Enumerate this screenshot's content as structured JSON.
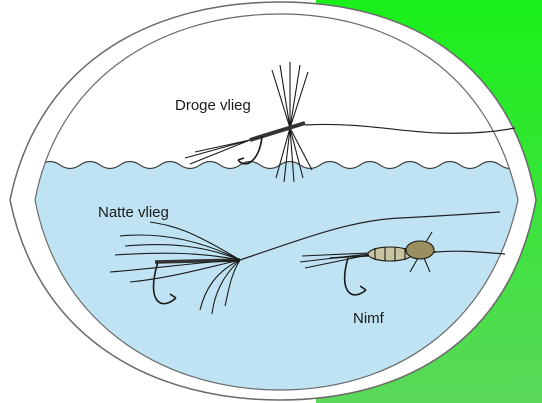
{
  "labels": {
    "dry_fly": "Droge vlieg",
    "wet_fly": "Natte vlieg",
    "nymph": "Nimf"
  },
  "colors": {
    "water": "#bfe3f3",
    "green_panel": "#2ee52e",
    "outline": "#555555",
    "ink": "#1a1a1a"
  }
}
